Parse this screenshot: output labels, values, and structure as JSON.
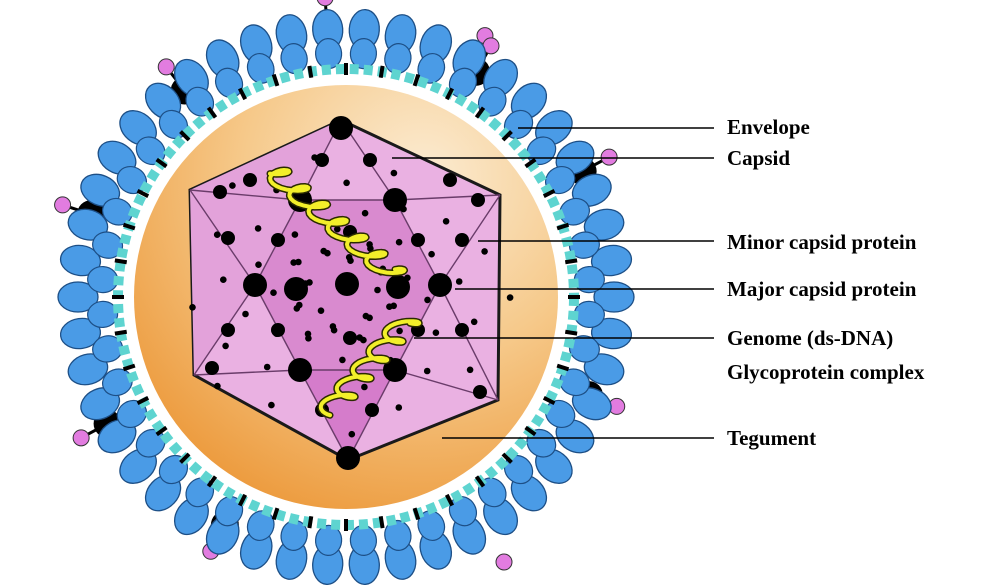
{
  "labels": {
    "envelope": "Envelope",
    "capsid": "Capsid",
    "minor_capsid_protein": "Minor capsid protein",
    "major_capsid_protein": "Major capsid protein",
    "genome": "Genome (ds-DNA)",
    "glycoprotein_complex": "Glycoprotein complex",
    "tegument": "Tegument"
  },
  "colors": {
    "envelope_lipid": "#4a9be6",
    "envelope_inner_ring": "#5ed4d0",
    "tegument_light": "#f9e6c6",
    "tegument_dark": "#ee9933",
    "capsid_face_light": "#eab1e2",
    "capsid_face_dark": "#d57ccb",
    "capsomere": "#000000",
    "genome_strand": "#f2ef2a",
    "glycoprotein_tip": "#e27ce0"
  }
}
